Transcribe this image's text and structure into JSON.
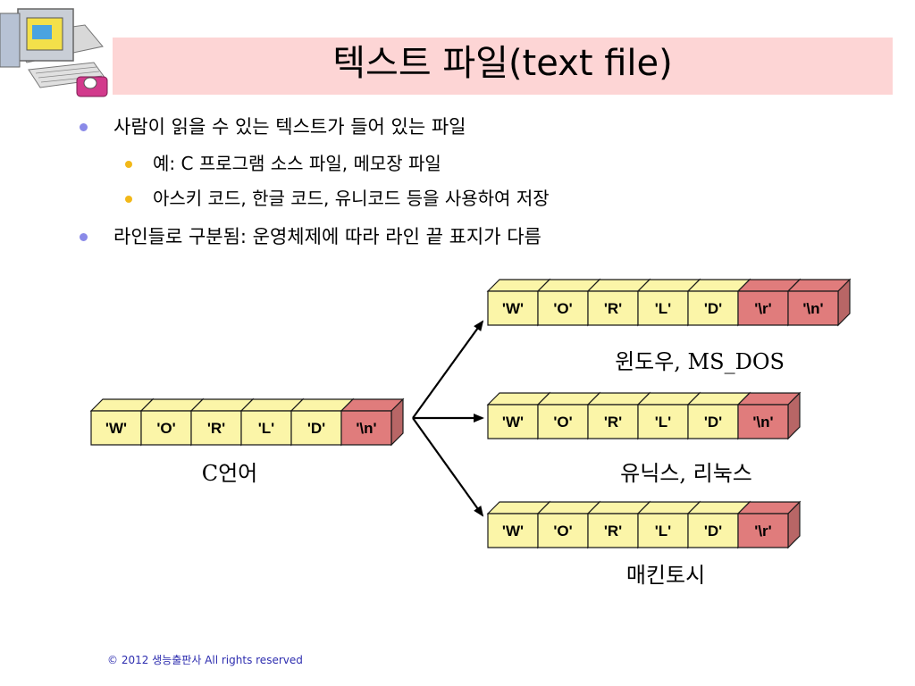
{
  "title": "텍스트 파일(text file)",
  "bullets": [
    {
      "level": 1,
      "text": "사람이 읽을 수 있는 텍스트가 들어 있는 파일"
    },
    {
      "level": 2,
      "text": "예: C 프로그램 소스 파일, 메모장 파일"
    },
    {
      "level": 2,
      "text": "아스키 코드, 한글 코드, 유니코드 등을 사용하여 저장"
    },
    {
      "level": 1,
      "text": "라인들로 구분됨: 운영체제에 따라 라인 끝 표지가 다름"
    }
  ],
  "diagram": {
    "source": {
      "caption": "C언어",
      "cells": [
        "'W'",
        "'O'",
        "'R'",
        "'L'",
        "'D'",
        "'\\n'"
      ]
    },
    "targets": [
      {
        "caption": "윈도우, MS_DOS",
        "cells": [
          "'W'",
          "'O'",
          "'R'",
          "'L'",
          "'D'",
          "'\\r'",
          "'\\n'"
        ]
      },
      {
        "caption": "유닉스, 리눅스",
        "cells": [
          "'W'",
          "'O'",
          "'R'",
          "'L'",
          "'D'",
          "'\\n'"
        ]
      },
      {
        "caption": "매킨토시",
        "cells": [
          "'W'",
          "'O'",
          "'R'",
          "'L'",
          "'D'",
          "'\\r'"
        ]
      }
    ]
  },
  "colors": {
    "char_cell": "#fbf5a8",
    "control_cell": "#e07c7c",
    "title_band": "#fdd5d5",
    "bullet_level1": "#8a8ae8",
    "bullet_level2": "#f2b818",
    "footer_text": "#2d2daf"
  },
  "footer": "© 2012 생능출판사  All rights reserved"
}
